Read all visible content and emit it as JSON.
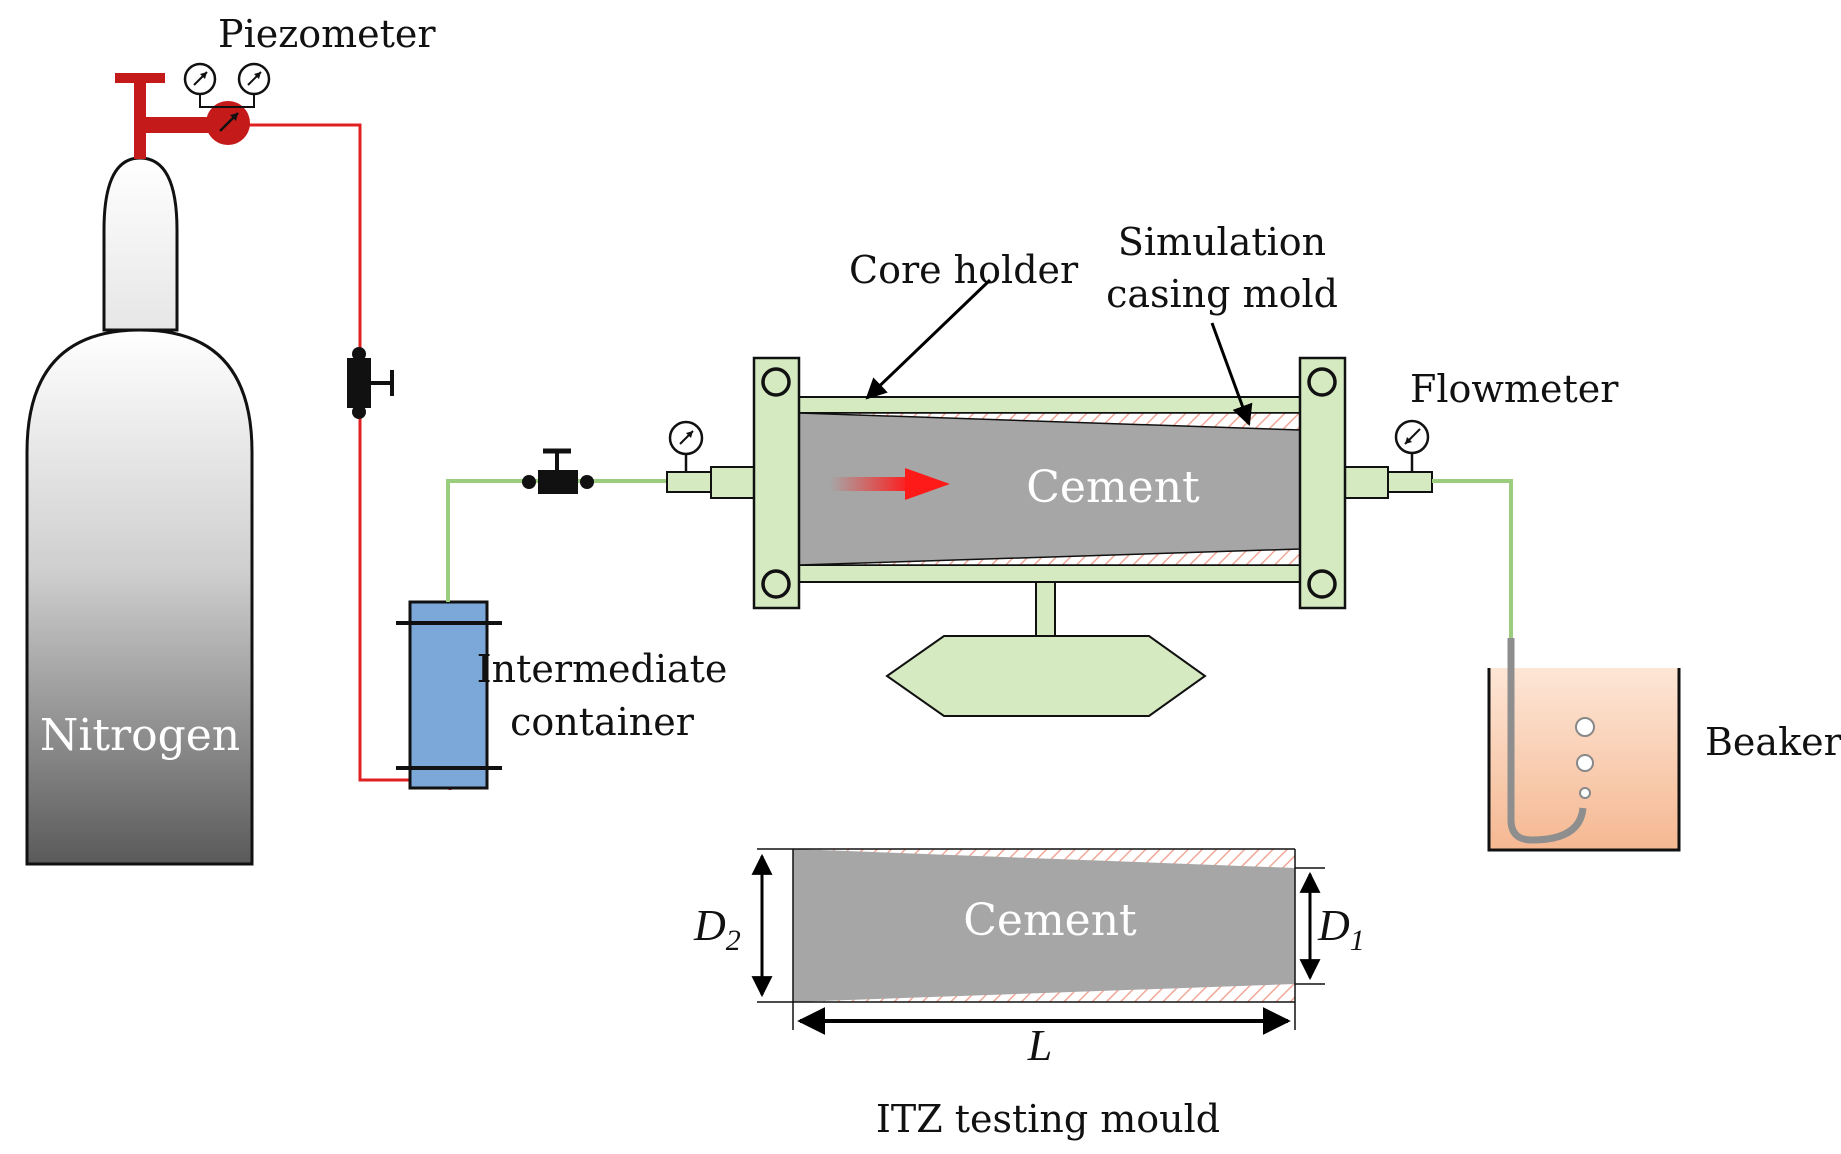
{
  "labels": {
    "piezometer": "Piezometer",
    "nitrogen": "Nitrogen",
    "core_holder": "Core holder",
    "simulation_line1": "Simulation",
    "simulation_line2": "casing mold",
    "flowmeter": "Flowmeter",
    "cement_main": "Cement",
    "intermediate_line1": "Intermediate",
    "intermediate_line2": "container",
    "beaker": "Beaker",
    "cement_mould": "Cement",
    "mould_title": "ITZ testing mould"
  },
  "dimensions": {
    "d2_main": "D",
    "d2_sub": "2",
    "d1_main": "D",
    "d1_sub": "1",
    "length": "L"
  },
  "colors": {
    "gas_line": "#e02020",
    "outlet_line": "#9bcd7f",
    "holder_fill": "#d6eac2",
    "cement": "#a6a6a6",
    "container": "#7ba7d9",
    "beaker_liquid": "#f7c7a4",
    "mould_hatch": "#f4b5a7"
  }
}
